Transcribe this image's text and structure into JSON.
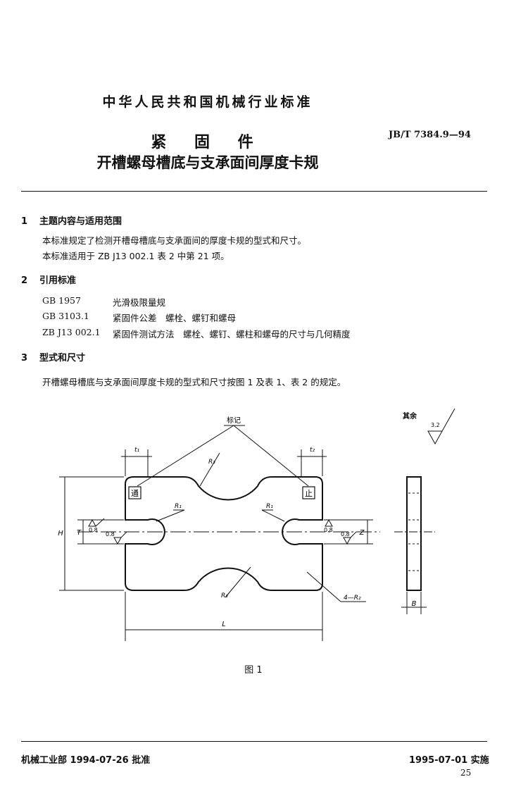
{
  "header": {
    "standard_body": "中华人民共和国机械行业标准",
    "title_main": "紧 固 件",
    "title_sub": "开槽螺母槽底与支承面间厚度卡规",
    "standard_number": "JB/T 7384.9—94"
  },
  "sections": [
    {
      "number": "1",
      "heading": "主题内容与适用范围",
      "paragraphs": [
        "本标准规定了检测开槽母槽底与支承面间的厚度卡规的型式和尺寸。",
        "本标准适用于 ZB J13 002.1 表 2 中第 21 项。"
      ]
    },
    {
      "number": "2",
      "heading": "引用标准",
      "references": [
        {
          "code": "GB 1957",
          "title": "光滑极限量规"
        },
        {
          "code": "GB 3103.1",
          "title": "紧固件公差　螺栓、螺钉和螺母"
        },
        {
          "code": "ZB J13 002.1",
          "title": "紧固件测试方法　螺栓、螺钉、螺柱和螺母的尺寸与几何精度"
        }
      ]
    },
    {
      "number": "3",
      "heading": "型式和尺寸",
      "paragraphs": [
        "开槽螺母槽底与支承面间厚度卡规的型式和尺寸按图 1 及表 1、表 2 的规定。"
      ]
    }
  ],
  "figure": {
    "caption": "图 1",
    "labels": {
      "marking": "标记",
      "go": "通",
      "nogo": "止",
      "t1": "t₁",
      "t2": "t₂",
      "r1": "R₁",
      "r3": "R₃",
      "r2_note": "4—R₂",
      "h": "H",
      "t": "T",
      "z": "Z",
      "l": "L",
      "b": "B",
      "roughness": "0.8",
      "others": "其余",
      "others_roughness": "3.2"
    }
  },
  "footer": {
    "approval": "机械工业部 1994-07-26 批准",
    "implementation": "1995-07-01 实施",
    "page": "25"
  }
}
